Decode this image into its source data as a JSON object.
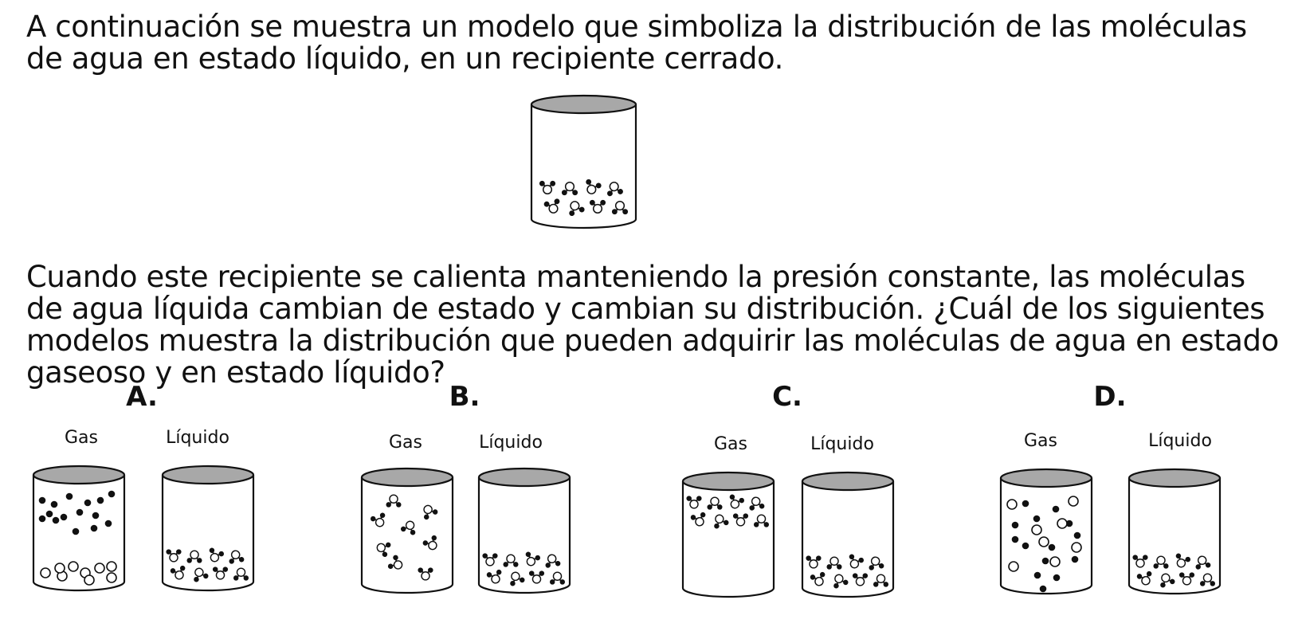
{
  "intro_text": "A continuación se muestra un modelo que simboliza la distribución de las moléculas de agua en estado líquido, en un recipiente cerrado.",
  "question_text": "Cuando este recipiente se calienta manteniendo la presión constante, las moléculas de agua líquida cambian de estado y cambian su distribución. ¿Cuál de los siguientes modelos muestra la distribución que pueden adquirir las moléculas de agua en estado gaseoso y en estado líquido?",
  "options": [
    {
      "letter": "A.",
      "gas_label": "Gas",
      "liquid_label": "Líquido"
    },
    {
      "letter": "B.",
      "gas_label": "Gas",
      "liquid_label": "Líquido"
    },
    {
      "letter": "C.",
      "gas_label": "Gas",
      "liquid_label": "Líquido"
    },
    {
      "letter": "D.",
      "gas_label": "Gas",
      "liquid_label": "Líquido"
    }
  ],
  "colors": {
    "lid": "#a8a8a8",
    "ink": "#111111",
    "open_atom": "#ffffff"
  }
}
